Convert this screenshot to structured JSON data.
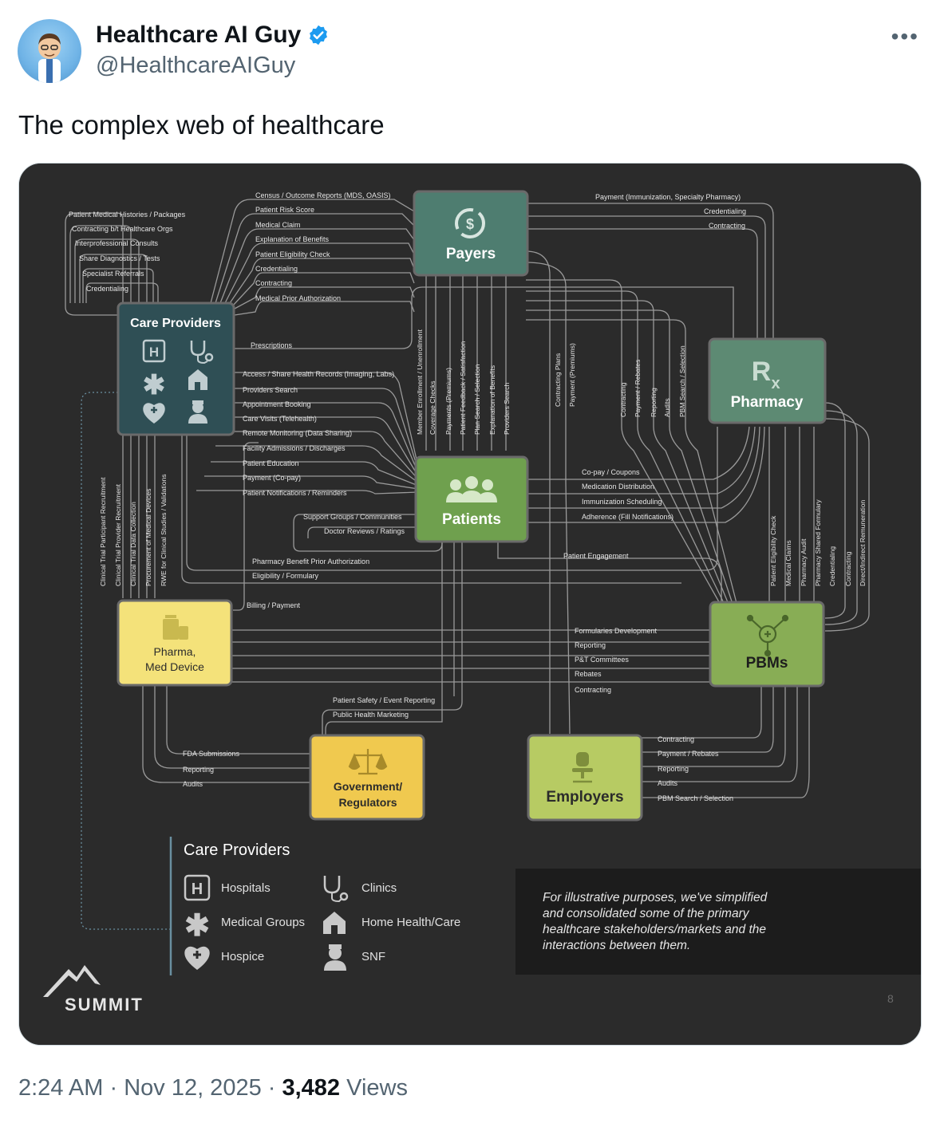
{
  "author": {
    "name": "Healthcare AI Guy",
    "handle": "@HealthcareAIGuy",
    "verified": true
  },
  "more_icon": "more-horizontal-icon",
  "tweet_text": "The complex web of healthcare",
  "diagram": {
    "nodes": {
      "payers": "Payers",
      "care_providers": "Care Providers",
      "pharmacy": "Pharmacy",
      "patients": "Patients",
      "pharma_line1": "Pharma,",
      "pharma_line2": "Med Device",
      "pbms": "PBMs",
      "gov_line1": "Government/",
      "gov_line2": "Regulators",
      "employers": "Employers"
    },
    "colors": {
      "background": "#2b2b2b",
      "payers": "#4e7d70",
      "care_providers": "#2f4f55",
      "pharmacy": "#5d8a73",
      "patients": "#6fa04e",
      "pharma": "#f4e27a",
      "pbms": "#88ad55",
      "government": "#f0c94f",
      "employers": "#b7cb63"
    },
    "labels": {
      "payers_left": [
        "Census / Outcome Reports (MDS, OASIS)",
        "Patient Risk Score",
        "Medical Claim",
        "Explanation of Benefits",
        "Patient Eligibility Check",
        "Credentialing",
        "Contracting",
        "Medical Prior Authorization"
      ],
      "care_internal": [
        "Patient Medical Histories / Packages",
        "Contracting b/t Healthcare Orgs",
        "Interprofessional Consults",
        "Share Diagnostics / Tests",
        "Specialist Referrals",
        "Credentialing"
      ],
      "prescriptions": "Prescriptions",
      "care_to_patients": [
        "Access / Share Health Records (Imaging, Labs)",
        "Providers Search",
        "Appointment Booking",
        "Care Visits (Telehealth)",
        "Remote Monitoring (Data Sharing)",
        "Facility Admissions / Discharges",
        "Patient Education",
        "Payment (Co-pay)",
        "Patient Notifications / Reminders"
      ],
      "patients_community": [
        "Support Groups / Communities",
        "Doctor Reviews / Ratings"
      ],
      "pharmacy_benefit": [
        "Pharmacy Benefit Prior Authorization",
        "Eligibility / Formulary"
      ],
      "billing": "Billing / Payment",
      "payers_pharmacy": [
        "Payment (Immunization, Specialty Pharmacy)",
        "Credentialing",
        "Contracting"
      ],
      "payers_patients_vertical": [
        "Member Enrollment / Unenrollment",
        "Coverage Checks",
        "Payments (Premiums)",
        "Patient Feedback / Satisfaction",
        "Plan Search / Selection",
        "Explanation of Benefits",
        "Providers Search"
      ],
      "payers_employers_vertical": [
        "Contracting Plans",
        "Payment (Premiums)"
      ],
      "payers_pbm_vertical": [
        "Contracting",
        "Payment / Rebates",
        "Reporting",
        "Audits",
        "PBM Search / Selection"
      ],
      "patients_pharmacy": [
        "Co-pay / Coupons",
        "Medication Distribution",
        "Immunization Scheduling",
        "Adherence (Fill Notifications)"
      ],
      "patient_engagement": "Patient Engagement",
      "pharmacy_pbm_vertical": [
        "Patient Eligibility Check",
        "Medical Claims",
        "Pharmacy Audit",
        "Pharmacy Shared Formulary",
        "Credentialing",
        "Contracting",
        "Direct/Indirect Remuneration"
      ],
      "clinical_vertical": [
        "Clinical Trial Participant Recruitment",
        "Clinical Trial Provider Recruitment",
        "Clinical Trial Data Collection",
        "Procurement of Medical Devices",
        "RWE for Clinical Studies / Validations"
      ],
      "pharma_pbms": [
        "Formularies Development",
        "Reporting",
        "P&T Committees",
        "Rebates",
        "Contracting"
      ],
      "gov_public": [
        "Patient Safety / Event Reporting",
        "Public Health Marketing"
      ],
      "gov_pharma": [
        "FDA Submissions",
        "Reporting",
        "Audits"
      ],
      "employers_pbms": [
        "Contracting",
        "Payment / Rebates",
        "Reporting",
        "Audits",
        "PBM Search / Selection"
      ]
    },
    "legend": {
      "title": "Care Providers",
      "items": [
        {
          "label": "Hospitals",
          "icon": "hospital-icon"
        },
        {
          "label": "Clinics",
          "icon": "stethoscope-icon"
        },
        {
          "label": "Medical Groups",
          "icon": "asterisk-icon"
        },
        {
          "label": "Home Health/Care",
          "icon": "house-icon"
        },
        {
          "label": "Hospice",
          "icon": "heart-plus-icon"
        },
        {
          "label": "SNF",
          "icon": "nurse-icon"
        }
      ]
    },
    "note": "For illustrative purposes, we've simplified and consolidated some of the primary healthcare stakeholders/markets and the interactions between them.",
    "brand": "SUMMIT",
    "page_number": "8"
  },
  "footer": {
    "time": "2:24 AM",
    "date": "Nov 12, 2025",
    "views_count": "3,482",
    "views_label": "Views"
  }
}
